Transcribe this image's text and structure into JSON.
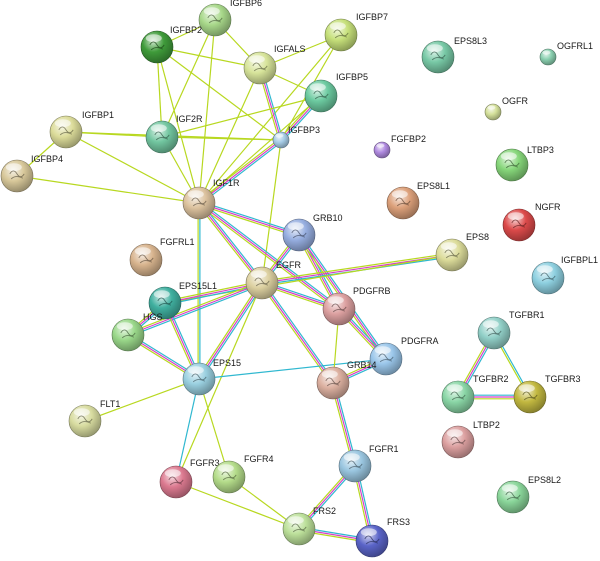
{
  "nodes": [
    {
      "id": "IGFBP6",
      "label": "IGFBP6",
      "color": "#a8d88a"
    },
    {
      "id": "IGFBP2",
      "label": "IGFBP2",
      "color": "#3f9b3a"
    },
    {
      "id": "IGFBP7",
      "label": "IGFBP7",
      "color": "#c6e07a"
    },
    {
      "id": "IGFALS",
      "label": "IGFALS",
      "color": "#d7e49a"
    },
    {
      "id": "IGFBP5",
      "label": "IGFBP5",
      "color": "#6ccaa0"
    },
    {
      "id": "EPS8L3",
      "label": "EPS8L3",
      "color": "#78c9a6"
    },
    {
      "id": "OGFRL1",
      "label": "OGFRL1",
      "color": "#8ad0b0"
    },
    {
      "id": "IGFBP1",
      "label": "IGFBP1",
      "color": "#dcdc9a"
    },
    {
      "id": "IGF2R",
      "label": "IGF2R",
      "color": "#72c6a0"
    },
    {
      "id": "IGFBP3",
      "label": "IGFBP3",
      "color": "#a6cce6"
    },
    {
      "id": "OGFR",
      "label": "OGFR",
      "color": "#d4e09a"
    },
    {
      "id": "FGFBP2",
      "label": "FGFBP2",
      "color": "#b08ae0"
    },
    {
      "id": "LTBP3",
      "label": "LTBP3",
      "color": "#86d67a"
    },
    {
      "id": "IGFBP4",
      "label": "IGFBP4",
      "color": "#d8c89a"
    },
    {
      "id": "IGF1R",
      "label": "IGF1R",
      "color": "#dcc29e"
    },
    {
      "id": "EPS8L1",
      "label": "EPS8L1",
      "color": "#dca07a"
    },
    {
      "id": "NGFR",
      "label": "NGFR",
      "color": "#dc4a4a"
    },
    {
      "id": "GRB10",
      "label": "GRB10",
      "color": "#96aee0"
    },
    {
      "id": "FGFRL1",
      "label": "FGFRL1",
      "color": "#d8b48e"
    },
    {
      "id": "EPS8",
      "label": "EPS8",
      "color": "#dcdc9a"
    },
    {
      "id": "IGFBPL1",
      "label": "IGFBPL1",
      "color": "#8ed0e0"
    },
    {
      "id": "EGFR",
      "label": "EGFR",
      "color": "#dcd0a0"
    },
    {
      "id": "EPS15L1",
      "label": "EPS15L1",
      "color": "#40b0a0"
    },
    {
      "id": "PDGFRB",
      "label": "PDGFRB",
      "color": "#dca0a0"
    },
    {
      "id": "HGS",
      "label": "HGS",
      "color": "#9ad88a"
    },
    {
      "id": "TGFBR1",
      "label": "TGFBR1",
      "color": "#92d0c8"
    },
    {
      "id": "PDGFRA",
      "label": "PDGFRA",
      "color": "#9ac6ea"
    },
    {
      "id": "EPS15",
      "label": "EPS15",
      "color": "#9ad0e0"
    },
    {
      "id": "GRB14",
      "label": "GRB14",
      "color": "#dcb0a0"
    },
    {
      "id": "TGFBR2",
      "label": "TGFBR2",
      "color": "#8ad6a6"
    },
    {
      "id": "TGFBR3",
      "label": "TGFBR3",
      "color": "#c2b840"
    },
    {
      "id": "FLT1",
      "label": "FLT1",
      "color": "#d8dca0"
    },
    {
      "id": "LTBP2",
      "label": "LTBP2",
      "color": "#dca0a0"
    },
    {
      "id": "FGFR1",
      "label": "FGFR1",
      "color": "#9ac6e0"
    },
    {
      "id": "FGFR3",
      "label": "FGFR3",
      "color": "#dc7a90"
    },
    {
      "id": "FGFR4",
      "label": "FGFR4",
      "color": "#b4dc8a"
    },
    {
      "id": "EPS8L2",
      "label": "EPS8L2",
      "color": "#8ad69a"
    },
    {
      "id": "FRS2",
      "label": "FRS2",
      "color": "#bce09a"
    },
    {
      "id": "FRS3",
      "label": "FRS3",
      "color": "#5a64c8"
    }
  ],
  "edges": [
    {
      "source": "IGFBP6",
      "target": "IGFBP2",
      "types": [
        "lime"
      ]
    },
    {
      "source": "IGFBP6",
      "target": "IGFALS",
      "types": [
        "lime"
      ]
    },
    {
      "source": "IGFBP6",
      "target": "IGF2R",
      "types": [
        "lime"
      ]
    },
    {
      "source": "IGFBP6",
      "target": "IGF1R",
      "types": [
        "lime"
      ]
    },
    {
      "source": "IGFBP2",
      "target": "IGFALS",
      "types": [
        "lime"
      ]
    },
    {
      "source": "IGFBP2",
      "target": "IGFBP3",
      "types": [
        "lime"
      ]
    },
    {
      "source": "IGFBP2",
      "target": "IGF2R",
      "types": [
        "lime"
      ]
    },
    {
      "source": "IGFBP2",
      "target": "IGF1R",
      "types": [
        "lime"
      ]
    },
    {
      "source": "IGFBP7",
      "target": "IGFALS",
      "types": [
        "lime"
      ]
    },
    {
      "source": "IGFBP7",
      "target": "IGFBP3",
      "types": [
        "lime"
      ]
    },
    {
      "source": "IGFBP7",
      "target": "IGF1R",
      "types": [
        "lime"
      ]
    },
    {
      "source": "IGFALS",
      "target": "IGFBP5",
      "types": [
        "lime"
      ]
    },
    {
      "source": "IGFALS",
      "target": "IGFBP3",
      "types": [
        "cyan",
        "pink",
        "lime"
      ]
    },
    {
      "source": "IGFALS",
      "target": "IGF1R",
      "types": [
        "lime"
      ]
    },
    {
      "source": "IGFBP5",
      "target": "IGFBP3",
      "types": [
        "cyan",
        "pink",
        "lime"
      ]
    },
    {
      "source": "IGFBP5",
      "target": "IGF2R",
      "types": [
        "lime"
      ]
    },
    {
      "source": "IGFBP5",
      "target": "IGF1R",
      "types": [
        "lime"
      ]
    },
    {
      "source": "IGFBP1",
      "target": "IGFBP4",
      "types": [
        "lime"
      ]
    },
    {
      "source": "IGFBP1",
      "target": "IGFBP3",
      "types": [
        "lime"
      ]
    },
    {
      "source": "IGFBP1",
      "target": "IGF1R",
      "types": [
        "lime"
      ]
    },
    {
      "source": "IGFBP1",
      "target": "IGF2R",
      "types": [
        "lime"
      ]
    },
    {
      "source": "IGF2R",
      "target": "IGFBP3",
      "types": [
        "lime"
      ]
    },
    {
      "source": "IGF2R",
      "target": "IGF1R",
      "types": [
        "lime"
      ]
    },
    {
      "source": "IGFBP3",
      "target": "IGF1R",
      "types": [
        "cyan",
        "pink",
        "lime"
      ]
    },
    {
      "source": "IGFBP3",
      "target": "EGFR",
      "types": [
        "lime"
      ]
    },
    {
      "source": "IGFBP4",
      "target": "IGF1R",
      "types": [
        "lime"
      ]
    },
    {
      "source": "IGF1R",
      "target": "GRB10",
      "types": [
        "cyan",
        "pink",
        "lime"
      ]
    },
    {
      "source": "IGF1R",
      "target": "EGFR",
      "types": [
        "cyan",
        "pink",
        "lime"
      ]
    },
    {
      "source": "IGF1R",
      "target": "EPS15",
      "types": [
        "cyan",
        "lime"
      ]
    },
    {
      "source": "IGF1R",
      "target": "PDGFRB",
      "types": [
        "cyan",
        "pink",
        "lime"
      ]
    },
    {
      "source": "GRB10",
      "target": "EGFR",
      "types": [
        "cyan",
        "pink",
        "lime"
      ]
    },
    {
      "source": "GRB10",
      "target": "PDGFRB",
      "types": [
        "cyan",
        "pink",
        "lime"
      ]
    },
    {
      "source": "GRB10",
      "target": "PDGFRA",
      "types": [
        "cyan",
        "pink",
        "lime"
      ]
    },
    {
      "source": "EPS8",
      "target": "EGFR",
      "types": [
        "cyan",
        "pink",
        "lime"
      ]
    },
    {
      "source": "EPS8",
      "target": "EPS15L1",
      "types": [
        "lime"
      ]
    },
    {
      "source": "EGFR",
      "target": "EPS15L1",
      "types": [
        "cyan",
        "pink",
        "lime"
      ]
    },
    {
      "source": "EGFR",
      "target": "HGS",
      "types": [
        "cyan",
        "pink",
        "lime"
      ]
    },
    {
      "source": "EGFR",
      "target": "EPS15",
      "types": [
        "cyan",
        "pink",
        "lime"
      ]
    },
    {
      "source": "EGFR",
      "target": "PDGFRB",
      "types": [
        "cyan",
        "pink",
        "lime"
      ]
    },
    {
      "source": "EGFR",
      "target": "GRB14",
      "types": [
        "cyan",
        "pink",
        "lime"
      ]
    },
    {
      "source": "EGFR",
      "target": "FGFR3",
      "types": [
        "lime"
      ]
    },
    {
      "source": "EPS15L1",
      "target": "HGS",
      "types": [
        "cyan",
        "pink",
        "lime"
      ]
    },
    {
      "source": "EPS15L1",
      "target": "EPS15",
      "types": [
        "cyan",
        "pink",
        "lime"
      ]
    },
    {
      "source": "HGS",
      "target": "EPS15",
      "types": [
        "cyan",
        "pink",
        "lime"
      ]
    },
    {
      "source": "EPS15",
      "target": "FLT1",
      "types": [
        "lime"
      ]
    },
    {
      "source": "EPS15",
      "target": "PDGFRA",
      "types": [
        "cyan"
      ]
    },
    {
      "source": "EPS15",
      "target": "FGFR3",
      "types": [
        "cyan"
      ]
    },
    {
      "source": "EPS15",
      "target": "FGFR4",
      "types": [
        "lime"
      ]
    },
    {
      "source": "PDGFRB",
      "target": "PDGFRA",
      "types": [
        "cyan",
        "pink",
        "lime"
      ]
    },
    {
      "source": "PDGFRB",
      "target": "GRB14",
      "types": [
        "lime"
      ]
    },
    {
      "source": "PDGFRA",
      "target": "GRB14",
      "types": [
        "cyan",
        "pink",
        "lime"
      ]
    },
    {
      "source": "GRB14",
      "target": "FGFR1",
      "types": [
        "cyan",
        "pink",
        "lime"
      ]
    },
    {
      "source": "FGFR1",
      "target": "FRS2",
      "types": [
        "cyan",
        "pink",
        "lime"
      ]
    },
    {
      "source": "FGFR1",
      "target": "FRS3",
      "types": [
        "cyan",
        "pink",
        "lime"
      ]
    },
    {
      "source": "FGFR3",
      "target": "FRS2",
      "types": [
        "lime"
      ]
    },
    {
      "source": "FGFR4",
      "target": "FRS2",
      "types": [
        "lime"
      ]
    },
    {
      "source": "FRS2",
      "target": "FRS3",
      "types": [
        "cyan",
        "pink",
        "lime"
      ]
    },
    {
      "source": "TGFBR1",
      "target": "TGFBR2",
      "types": [
        "cyan",
        "pink",
        "lime"
      ]
    },
    {
      "source": "TGFBR1",
      "target": "TGFBR3",
      "types": [
        "cyan",
        "lime"
      ]
    },
    {
      "source": "TGFBR2",
      "target": "TGFBR3",
      "types": [
        "cyan",
        "pink",
        "lime"
      ]
    }
  ],
  "edge_colors": {
    "lime": "#b8d820",
    "cyan": "#30b8d0",
    "pink": "#d840c8"
  }
}
